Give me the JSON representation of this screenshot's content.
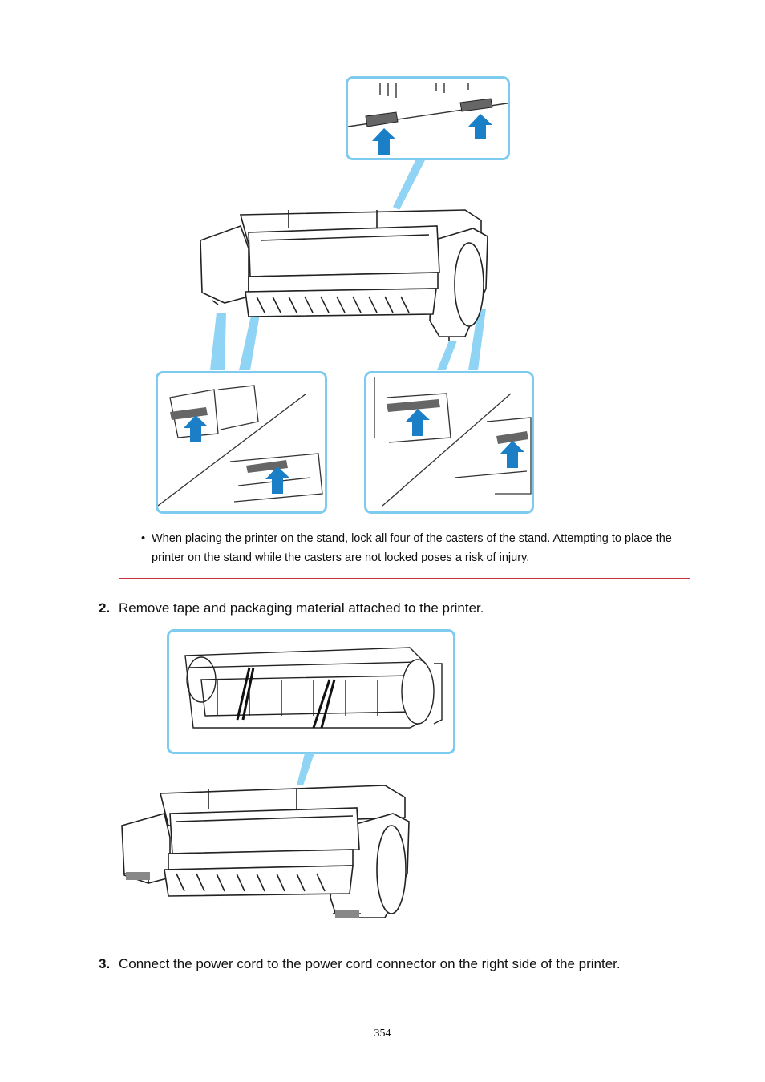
{
  "figure_top": {
    "callouts": [
      "upper-stand-locks",
      "lower-left-stand-lock",
      "lower-right-stand-lock"
    ]
  },
  "caution": {
    "bullet": "•",
    "text": "When placing the printer on the stand, lock all four of the casters of the stand. Attempting to place the printer on the stand while the casters are not locked poses a risk of injury."
  },
  "steps": [
    {
      "number": "2.",
      "text": "Remove tape and packaging material attached to the printer."
    },
    {
      "number": "3.",
      "text": "Connect the power cord to the power cord connector on the right side of the printer."
    }
  ],
  "page_number": "354",
  "colors": {
    "callout_border": "#7ecbf0",
    "arrow": "#1a7fc6",
    "rule": "#c8323c",
    "leader": "#8fd3f5"
  }
}
